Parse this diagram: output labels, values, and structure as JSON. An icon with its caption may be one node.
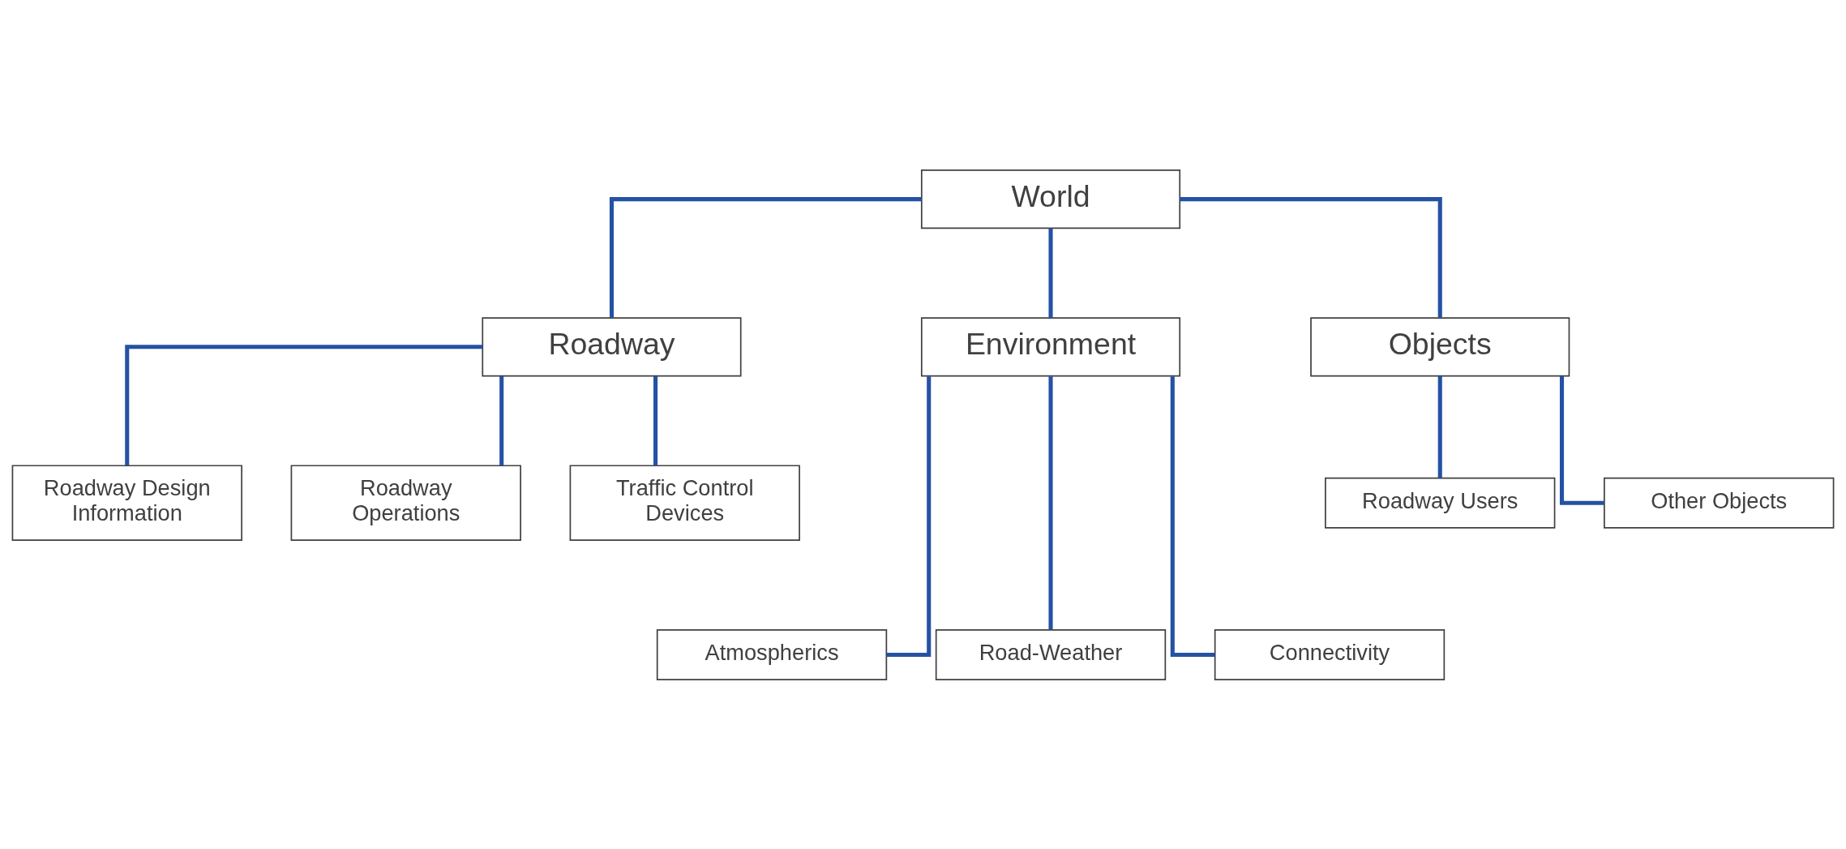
{
  "diagram": {
    "nodes": [
      {
        "text": [
          "World"
        ]
      },
      {
        "text": [
          "Roadway"
        ]
      },
      {
        "text": [
          "Environment"
        ]
      },
      {
        "text": [
          "Objects"
        ]
      },
      {
        "text": [
          "Roadway Design Information"
        ]
      },
      {
        "text": [
          "Roadway Operations"
        ]
      },
      {
        "text": [
          "Traffic Control Devices"
        ]
      },
      {
        "text": [
          "Roadway Users"
        ]
      },
      {
        "text": [
          "Other Objects"
        ]
      },
      {
        "text": [
          "Atmospherics"
        ]
      },
      {
        "text": [
          "Road-Weather"
        ]
      },
      {
        "text": [
          "Connectivity"
        ]
      }
    ],
    "edges": [
      {
        "from": 0,
        "to": 1,
        "arrow": "none"
      },
      {
        "from": 0,
        "to": 2,
        "arrow": "none"
      },
      {
        "from": 0,
        "to": 3,
        "arrow": "none"
      },
      {
        "from": 1,
        "to": 4,
        "arrow": "none"
      },
      {
        "from": 1,
        "to": 5,
        "arrow": "none"
      },
      {
        "from": 1,
        "to": 6,
        "arrow": "none"
      },
      {
        "from": 3,
        "to": 7,
        "arrow": "none"
      },
      {
        "from": 3,
        "to": 8,
        "arrow": "none"
      },
      {
        "from": 2,
        "to": 9,
        "arrow": "none"
      },
      {
        "from": 2,
        "to": 10,
        "arrow": "none"
      },
      {
        "from": 2,
        "to": 11,
        "arrow": "none"
      }
    ]
  }
}
